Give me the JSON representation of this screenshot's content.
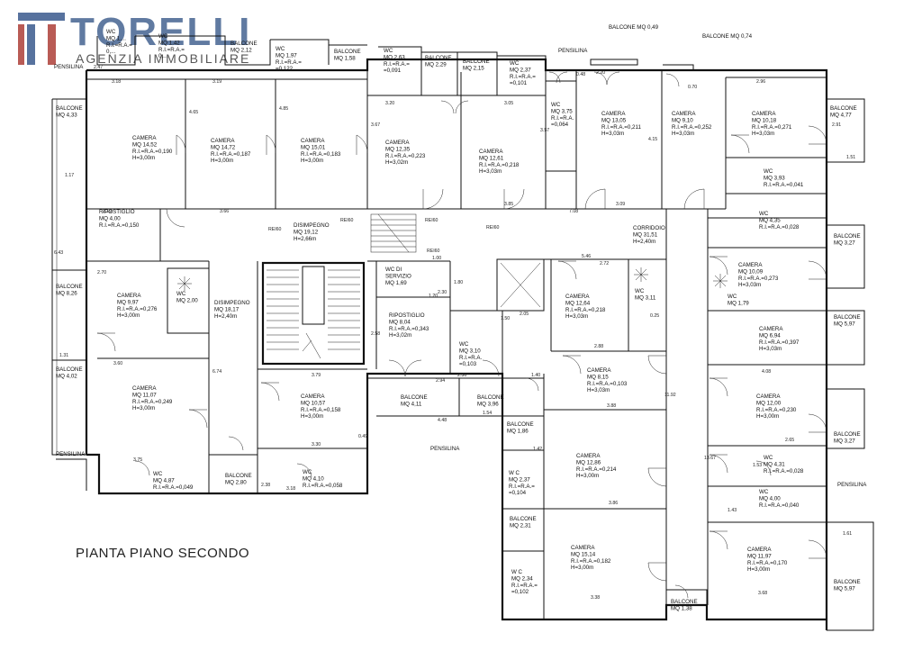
{
  "logo": {
    "name": "TORELLI",
    "subtitle": "AGENZIA IMMOBILIARE",
    "colors": {
      "blue": "#2d4f86",
      "red": "#a8322a"
    }
  },
  "plan_title": "PIANTA PIANO SECONDO",
  "rooms": [
    {
      "id": "r1",
      "lines": [
        "WC",
        "MQ 1,...",
        "R.I.=R.A.=",
        "0,..."
      ]
    },
    {
      "id": "r2",
      "lines": [
        "WC",
        "MQ 1,42",
        "R.I.=R.A.=",
        "0,..."
      ]
    },
    {
      "id": "r3",
      "lines": [
        "BALCONE",
        "MQ 2,12"
      ]
    },
    {
      "id": "r4",
      "lines": [
        "WC",
        "MQ 1,97",
        "R.I.=R.A.=",
        "=0,122"
      ]
    },
    {
      "id": "r5",
      "lines": [
        "BALCONE",
        "MQ 1,58"
      ]
    },
    {
      "id": "r6",
      "lines": [
        "WC",
        "MQ 2,63",
        "R.I.=R.A.=",
        "=0,091"
      ]
    },
    {
      "id": "r7",
      "lines": [
        "BALCONE",
        "MQ 2,29"
      ]
    },
    {
      "id": "r8",
      "lines": [
        "BALCONE",
        "MQ 2,15"
      ]
    },
    {
      "id": "r9",
      "lines": [
        "WC",
        "MQ 2,37",
        "R.I.=R.A.=",
        "=0,101"
      ]
    },
    {
      "id": "r10",
      "lines": [
        "BALCONE",
        "MQ 4,33"
      ]
    },
    {
      "id": "r11",
      "lines": [
        "CAMERA",
        "MQ 14,52",
        "R.I.=R.A.=0,190",
        "H=3,00m"
      ]
    },
    {
      "id": "r12",
      "lines": [
        "CAMERA",
        "MQ 14,72",
        "R.I.=R.A.=0,187",
        "H=3,00m"
      ]
    },
    {
      "id": "r13",
      "lines": [
        "CAMERA",
        "MQ 15,01",
        "R.I.=R.A.=0,183",
        "H=3,00m"
      ]
    },
    {
      "id": "r14",
      "lines": [
        "CAMERA",
        "MQ 12,35",
        "R.I.=R.A.=0,223",
        "H=3,02m"
      ]
    },
    {
      "id": "r15",
      "lines": [
        "CAMERA",
        "MQ 12,61",
        "R.I.=R.A.=0,218",
        "H=3,03m"
      ]
    },
    {
      "id": "r16",
      "lines": [
        "WC",
        "MQ 3,75",
        "R.I.=R.A.",
        "=0,064"
      ]
    },
    {
      "id": "r17",
      "lines": [
        "CAMERA",
        "MQ 13,05",
        "R.I.=R.A.=0,211",
        "H=3,03m"
      ]
    },
    {
      "id": "r18",
      "lines": [
        "CAMERA",
        "MQ 9,10",
        "R.I.=R.A.=0,252",
        "H=3,03m"
      ]
    },
    {
      "id": "r19",
      "lines": [
        "CAMERA",
        "MQ 10,18",
        "R.I.=R.A.=0,271",
        "H=3,03m"
      ]
    },
    {
      "id": "r20",
      "lines": [
        "BALCONE",
        "MQ 4,77"
      ]
    },
    {
      "id": "r21",
      "lines": [
        "WC",
        "MQ 3,93",
        "R.I.=R.A.=0,041"
      ]
    },
    {
      "id": "r22",
      "lines": [
        "RIPOSTIGLIO",
        "MQ 4,00",
        "R.I.=R.A.=0,150"
      ]
    },
    {
      "id": "r23",
      "lines": [
        "DISIMPEGNO",
        "MQ 19,12",
        "H=2,66m"
      ]
    },
    {
      "id": "r24",
      "lines": [
        "CORRIDOIO",
        "MQ 31,51",
        "H=2,40m"
      ]
    },
    {
      "id": "r25",
      "lines": [
        "WC",
        "MQ 4,35",
        "R.I.=R.A.=0,028"
      ]
    },
    {
      "id": "r26",
      "lines": [
        "BALCONE",
        "MQ 3,27"
      ]
    },
    {
      "id": "r27",
      "lines": [
        "BALCONE",
        "MQ 8,26"
      ]
    },
    {
      "id": "r28",
      "lines": [
        "CAMERA",
        "MQ 9,97",
        "R.I.=R.A.=0,276",
        "H=3,00m"
      ]
    },
    {
      "id": "r29",
      "lines": [
        "WC",
        "MQ 2,00"
      ]
    },
    {
      "id": "r30",
      "lines": [
        "DISIMPEGNO",
        "MQ 18,17",
        "H=2,40m"
      ]
    },
    {
      "id": "r31",
      "lines": [
        "WC DI",
        "SERVIZIO",
        "MQ 1,69"
      ]
    },
    {
      "id": "r32",
      "lines": [
        "RIPOSTIGLIO",
        "MQ 8,04",
        "R.I.=R.A.=0,343",
        "H=3,02m"
      ]
    },
    {
      "id": "r33",
      "lines": [
        "CAMERA",
        "MQ 12,64",
        "R.I.=R.A.=0,218",
        "H=3,03m"
      ]
    },
    {
      "id": "r34",
      "lines": [
        "WC",
        "MQ 3,11"
      ]
    },
    {
      "id": "r35",
      "lines": [
        "CAMERA",
        "MQ 10,09",
        "R.I.=R.A.=0,273",
        "H=3,03m"
      ]
    },
    {
      "id": "r36",
      "lines": [
        "WC",
        "MQ 1,79"
      ]
    },
    {
      "id": "r37",
      "lines": [
        "CAMERA",
        "MQ 6,94",
        "R.I.=R.A.=0,397",
        "H=3,03m"
      ]
    },
    {
      "id": "r38",
      "lines": [
        "BALCONE",
        "MQ 5,97"
      ]
    },
    {
      "id": "r39",
      "lines": [
        "WC",
        "MQ 3,10",
        "R.I.=R.A.",
        "=0,103"
      ]
    },
    {
      "id": "r40",
      "lines": [
        "BALCONE",
        "MQ 4,02"
      ]
    },
    {
      "id": "r41",
      "lines": [
        "CAMERA",
        "MQ 11,07",
        "R.I.=R.A.=0,249",
        "H=3,00m"
      ]
    },
    {
      "id": "r42",
      "lines": [
        "CAMERA",
        "MQ 10,57",
        "R.I.=R.A.=0,158",
        "H=3,00m"
      ]
    },
    {
      "id": "r43",
      "lines": [
        "BALCONE",
        "MQ 4,11"
      ]
    },
    {
      "id": "r44",
      "lines": [
        "BALCONE",
        "MQ 3,96"
      ]
    },
    {
      "id": "r45",
      "lines": [
        "CAMERA",
        "MQ 8,15",
        "R.I.=R.A.=0,103",
        "H=3,03m"
      ]
    },
    {
      "id": "r46",
      "lines": [
        "CAMERA",
        "MQ 12,00",
        "R.I.=R.A.=0,230",
        "H=3,00m"
      ]
    },
    {
      "id": "r47",
      "lines": [
        "BALCONE",
        "MQ 3,27"
      ]
    },
    {
      "id": "r48",
      "lines": [
        "BALCONE",
        "MQ 1,86"
      ]
    },
    {
      "id": "r49",
      "lines": [
        "CAMERA",
        "MQ 12,86",
        "R.I.=R.A.=0,214",
        "H=3,00m"
      ]
    },
    {
      "id": "r50",
      "lines": [
        "WC",
        "MQ 4,31",
        "R.I.=R.A.=0,028"
      ]
    },
    {
      "id": "r51",
      "lines": [
        "W C",
        "MQ 2,37",
        "R.I.=R.A.=",
        "=0,104"
      ]
    },
    {
      "id": "r52",
      "lines": [
        "WC",
        "MQ 4,87",
        "R.I.=R.A.=0,049"
      ]
    },
    {
      "id": "r53",
      "lines": [
        "BALCONE",
        "MQ 2,80"
      ]
    },
    {
      "id": "r54",
      "lines": [
        "WC",
        "MQ 4,10",
        "R.I.=R.A.=0,058"
      ]
    },
    {
      "id": "r55",
      "lines": [
        "WC",
        "MQ 4,00",
        "R.I.=R.A.=0,040"
      ]
    },
    {
      "id": "r56",
      "lines": [
        "BALCONE",
        "MQ 2,31"
      ]
    },
    {
      "id": "r57",
      "lines": [
        "CAMERA",
        "MQ 15,14",
        "R.I.=R.A.=0,182",
        "H=3,00m"
      ]
    },
    {
      "id": "r58",
      "lines": [
        "CAMERA",
        "MQ 11,97",
        "R.I.=R.A.=0,170",
        "H=3,00m"
      ]
    },
    {
      "id": "r59",
      "lines": [
        "BALCONE",
        "MQ 5,97"
      ]
    },
    {
      "id": "r60",
      "lines": [
        "W C",
        "MQ 2,34",
        "R.I.=R.A.=",
        "=0,102"
      ]
    },
    {
      "id": "r61",
      "lines": [
        "BALCONE",
        "MQ 1,38"
      ]
    }
  ],
  "annotations": {
    "balcone_049": "BALCONE MQ 0,49",
    "balcone_074": "BALCONE MQ 0,74",
    "pensilina": "PENSILINA",
    "rei60": "REI60"
  },
  "dims": [
    "3.18",
    "2.47",
    "3.19",
    "3.20",
    "3.05",
    "3.85",
    "7.08",
    "3.09",
    "2.96",
    "2.19",
    "3.66",
    "2.70",
    "5.46",
    "2.72",
    "3.60",
    "3.79",
    "4.48",
    "3.88",
    "3.86",
    "3.75",
    "2.38",
    "3.18",
    "3.38",
    "3.68",
    "4.08",
    "1.51",
    "1.17",
    "6.43",
    "1.31",
    "1.54",
    "0.49",
    "1.20",
    "2.30",
    "1.50",
    "1.00",
    "1.80",
    "2.05",
    "2.88",
    "1.40",
    "2.65",
    "1.53",
    "1.43",
    "1.42",
    "1.61",
    "3.30",
    "6.74",
    "4.15",
    "4.65",
    "4.85",
    "3.67",
    "3.57",
    "2.58",
    "2.94",
    "2.36",
    "0.48",
    "11.92",
    "13.67",
    "0.25",
    "0.70",
    "2.20",
    "2.91"
  ]
}
